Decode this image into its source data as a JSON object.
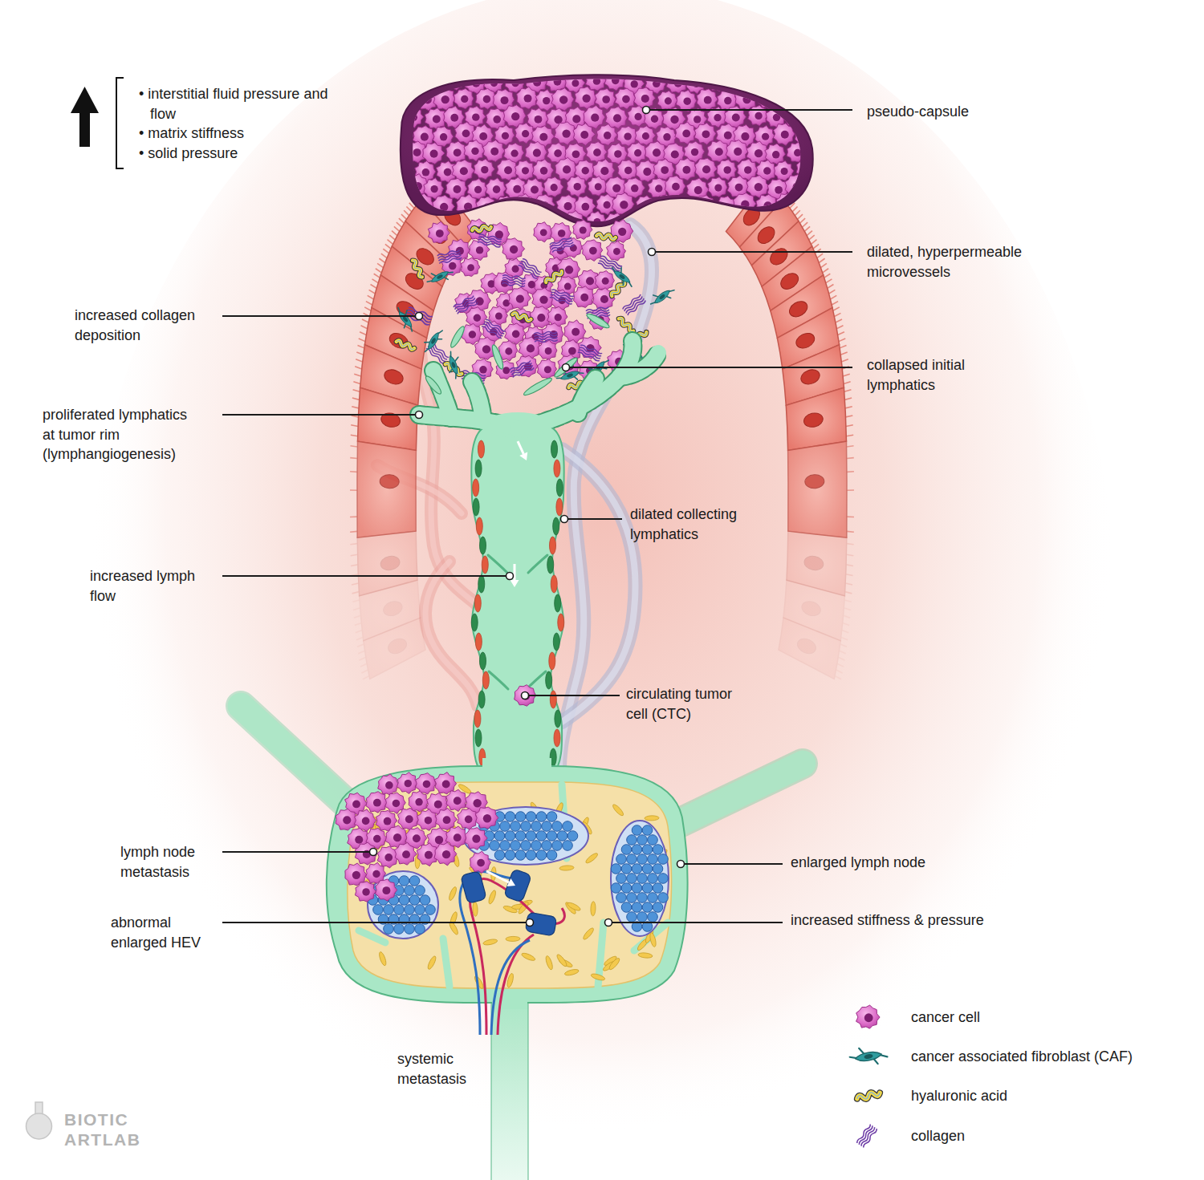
{
  "diagram": {
    "labels": [
      "• interstitial fluid pressure and flow",
      "• matrix stiffness",
      "• solid pressure",
      "pseudo-capsule",
      "dilated, hyperpermeable microvessels",
      "increased collagen deposition",
      "collapsed initial lymphatics",
      "proliferated lymphatics at tumor rim (lymphangiogenesis)",
      "dilated collecting lymphatics",
      "increased lymph flow",
      "circulating tumor cell (CTC)",
      "lymph node metastasis",
      "enlarged lymph node",
      "abnormal enlarged HEV",
      "increased stiffness & pressure",
      "systemic metastasis",
      "BIOTIC ARTLAB"
    ],
    "legend": [
      {
        "text": "cancer cell"
      },
      {
        "text": "cancer associated fibroblast (CAF)"
      },
      {
        "text": "hyaluronic acid"
      },
      {
        "text": "collagen"
      }
    ]
  }
}
